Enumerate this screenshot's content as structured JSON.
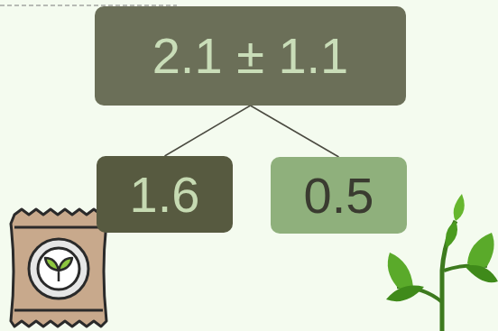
{
  "diagram": {
    "nodes": [
      {
        "text": [
          "2.1 ± 1.1"
        ]
      },
      {
        "text": [
          "1.6"
        ]
      },
      {
        "text": [
          "0.5"
        ]
      }
    ],
    "edges": [
      {
        "from": 0,
        "to": 1,
        "arrow": "none"
      },
      {
        "from": 0,
        "to": 2,
        "arrow": "none"
      }
    ]
  }
}
